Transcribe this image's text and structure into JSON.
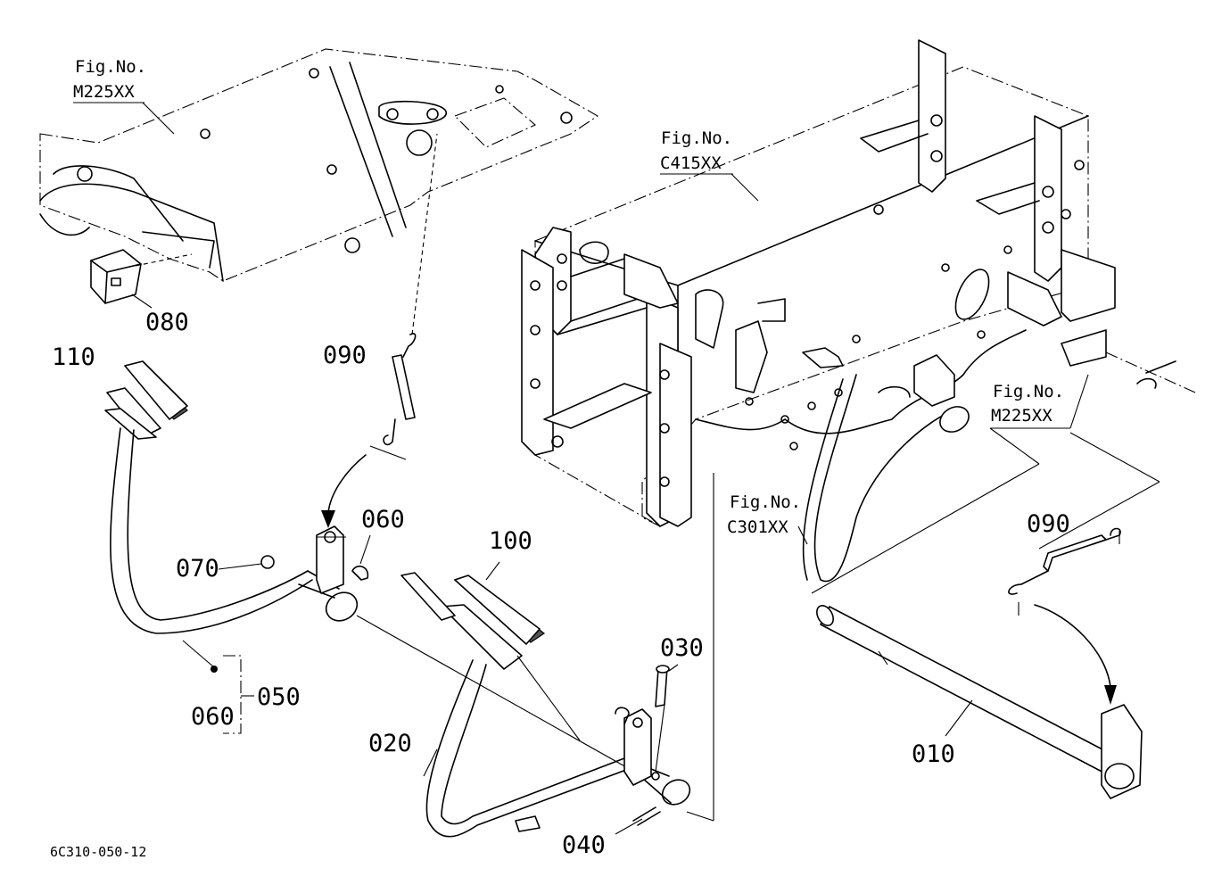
{
  "figure_refs": {
    "floor_top": {
      "fig": "Fig.No.",
      "code": "M225XX"
    },
    "frame": {
      "fig": "Fig.No.",
      "code": "C415XX"
    },
    "bracket_right": {
      "fig": "Fig.No.",
      "code": "M225XX"
    },
    "pedal_arm": {
      "fig": "Fig.No.",
      "code": "C301XX"
    }
  },
  "parts": {
    "p010": "010",
    "p020": "020",
    "p030": "030",
    "p040": "040",
    "p050": "050",
    "p060_boss": "060",
    "p060_bracket": "060",
    "p070": "070",
    "p080": "080",
    "p090_left": "090",
    "p090_right": "090",
    "p100": "100",
    "p110": "110"
  },
  "drawing_code": "6C310-050-12"
}
